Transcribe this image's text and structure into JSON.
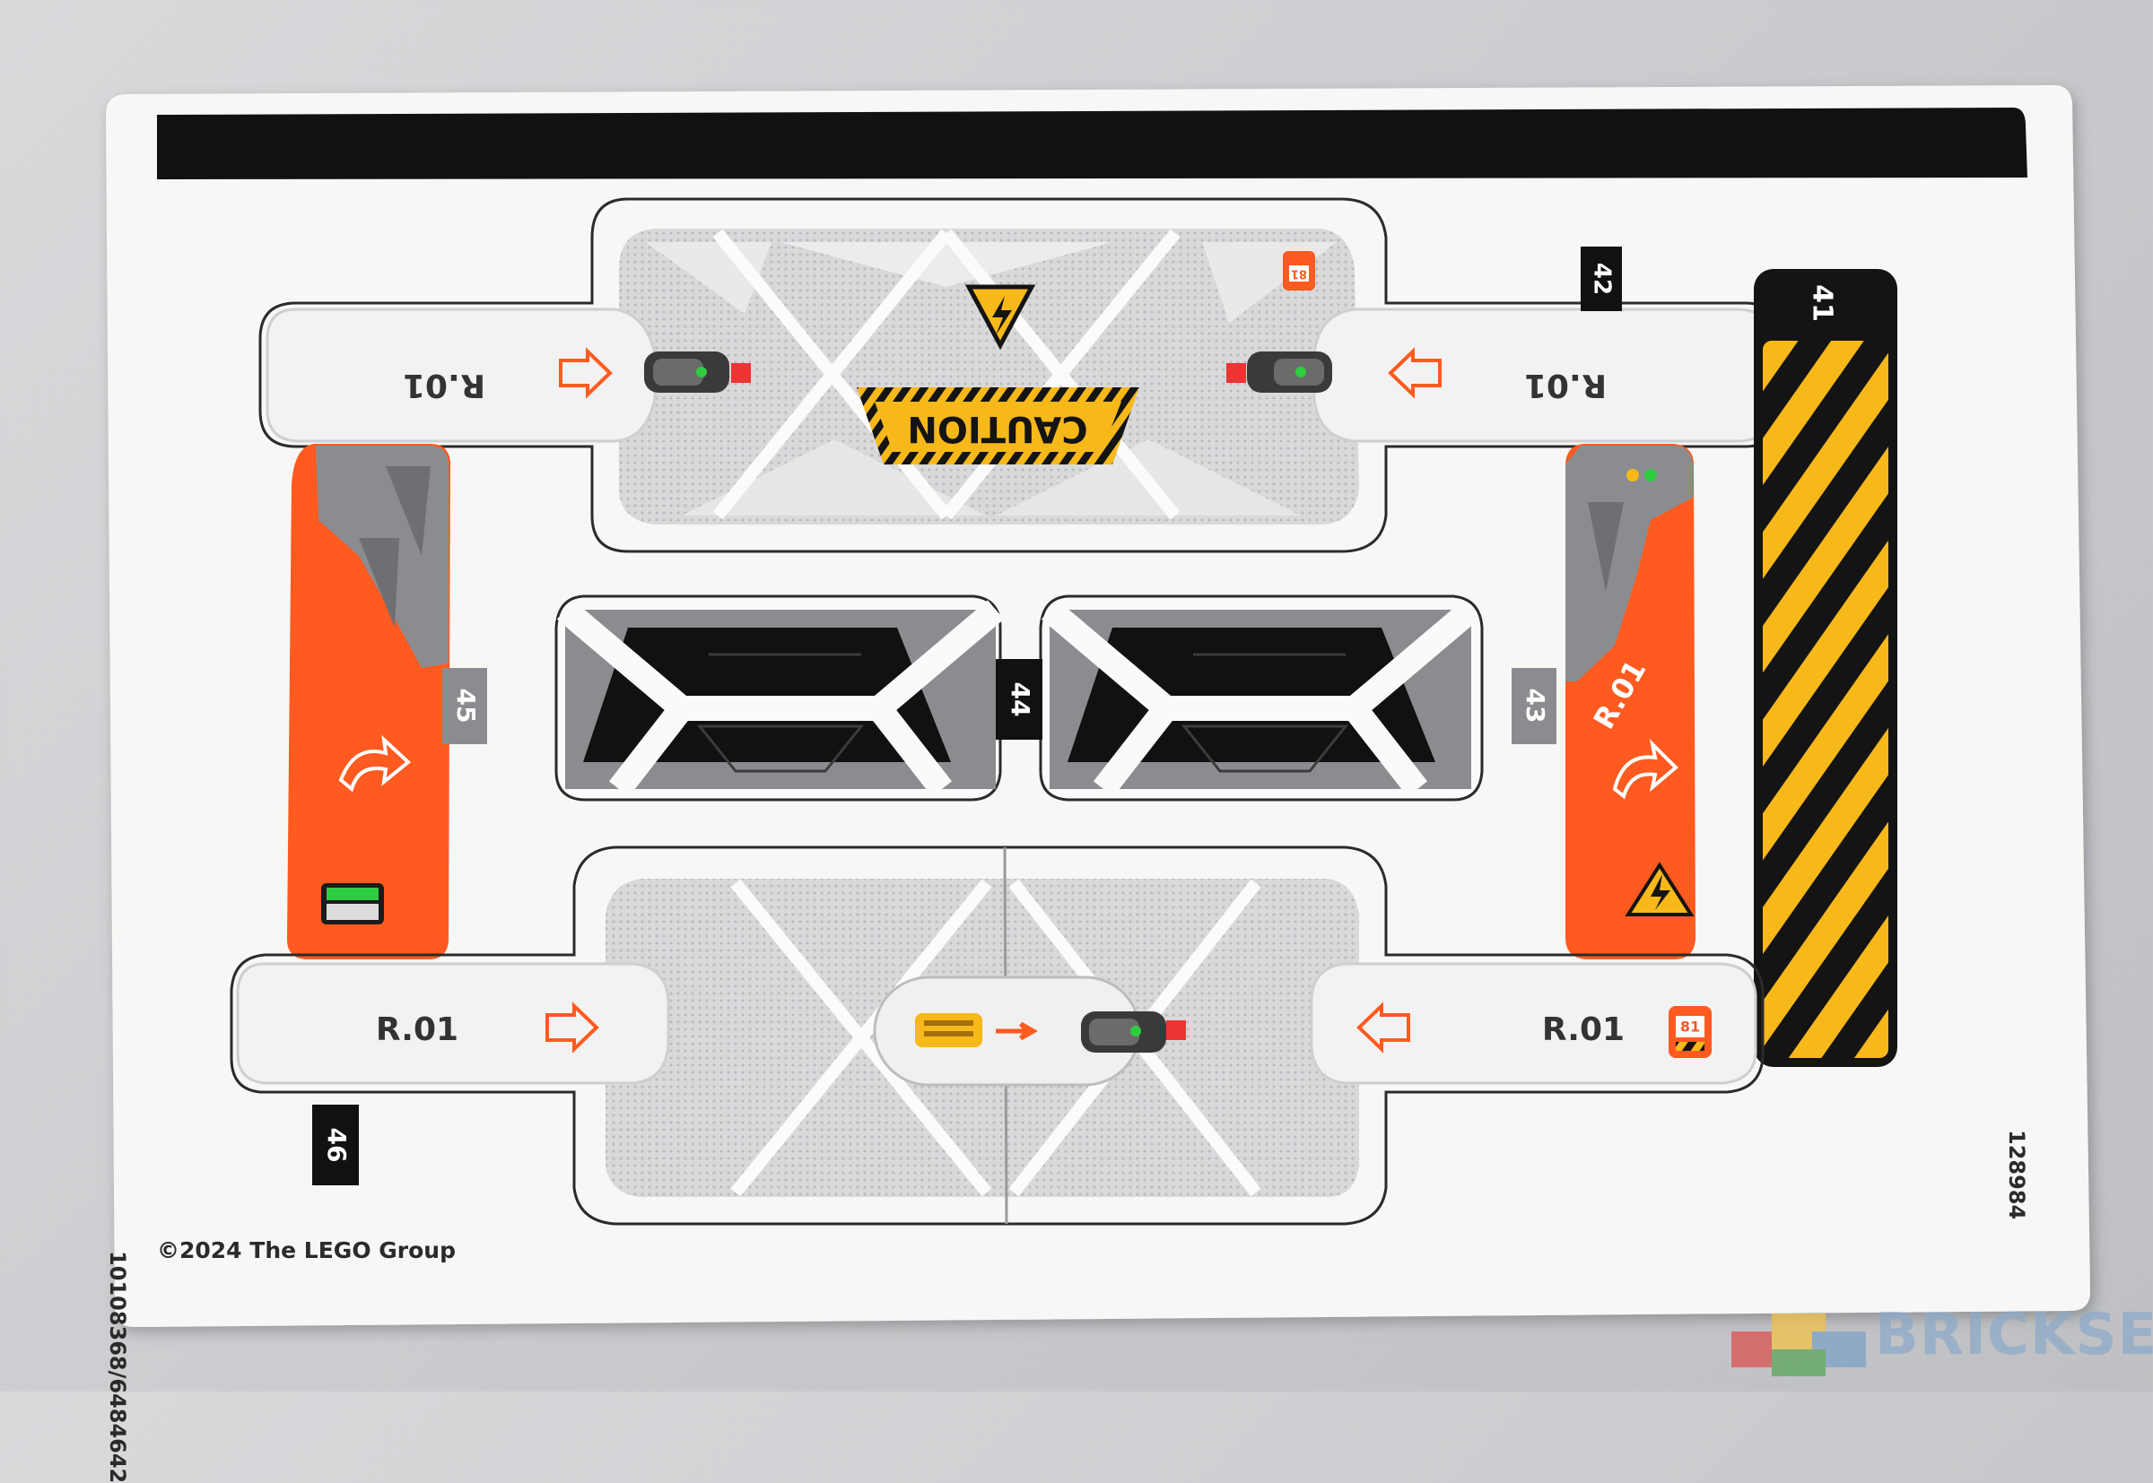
{
  "sheet": {
    "copyright": "©2024 The LEGO Group",
    "part_number": "10108368/6484642",
    "sheet_number": "128984",
    "watermark": "BRICKSET"
  },
  "stickers": {
    "s41": "41",
    "s42": "42",
    "s43": "43",
    "s44": "44",
    "s45": "45",
    "s46": "46"
  },
  "labels": {
    "route_top_left": "R.01",
    "route_top_right": "R.01",
    "route_bottom_left": "R.01",
    "route_bottom_right": "R.01",
    "route_orange_right": "R.01",
    "caution": "CAUTION",
    "badge_top": "81",
    "badge_bottom": "81"
  },
  "colors": {
    "orange": "#ff5a1f",
    "yellow": "#f7b81a",
    "gray": "#8b8c90",
    "light_gray": "#dcdcdc",
    "black": "#111111",
    "green": "#2ecc40"
  }
}
